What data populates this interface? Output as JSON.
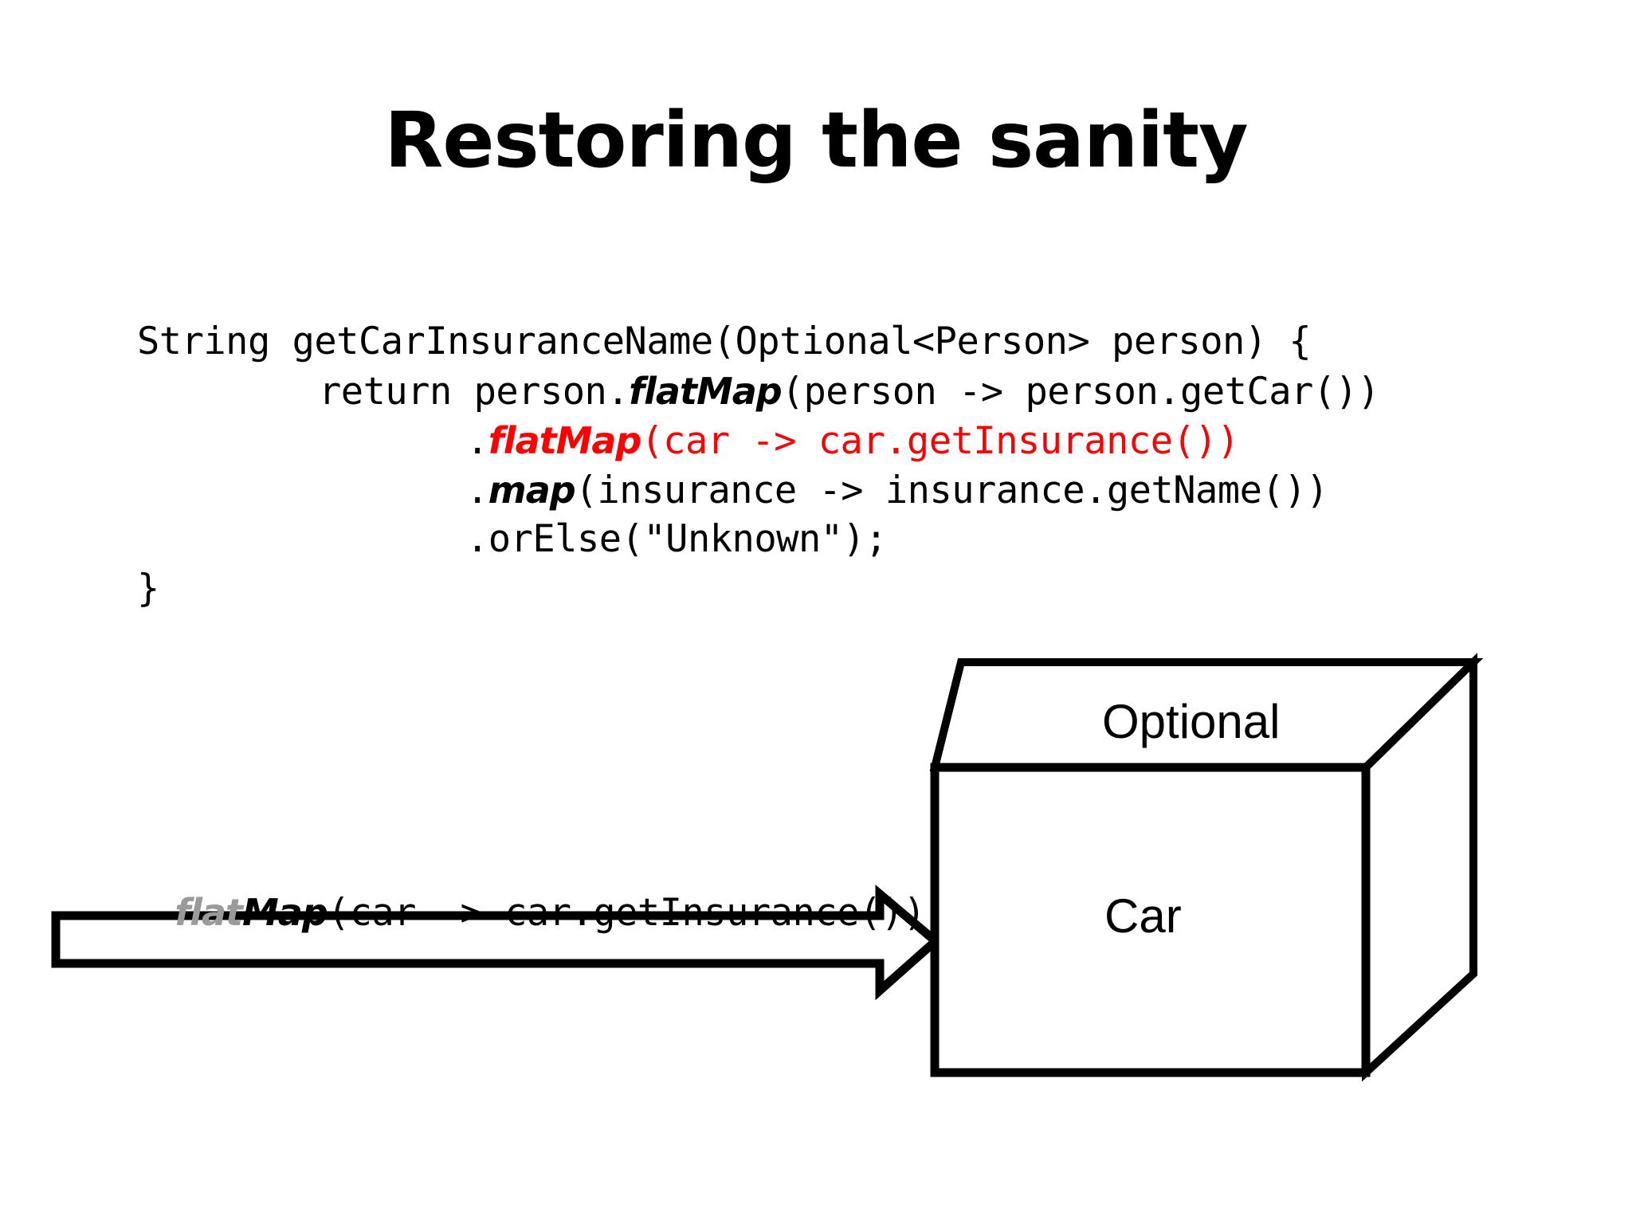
{
  "slide": {
    "title": "Restoring the sanity",
    "background_color": "#ffffff",
    "accent_color": "#FF0000",
    "muted_color": "#9a9a9a"
  },
  "code": {
    "lines": [
      {
        "indent": 1,
        "segments": [
          {
            "text": "String getCarInsuranceName(Optional<Person> person) {",
            "style": "plain",
            "color": "#000000"
          }
        ]
      },
      {
        "indent": 2,
        "segments": [
          {
            "text": "return person.",
            "style": "plain",
            "color": "#000000"
          },
          {
            "text": "flatMap",
            "style": "bold-italic",
            "color": "#000000"
          },
          {
            "text": "(person -> person.getCar())",
            "style": "plain",
            "color": "#000000"
          }
        ]
      },
      {
        "indent": 3,
        "segments": [
          {
            "text": ".",
            "style": "plain",
            "color": "#000000"
          },
          {
            "text": "flatMap",
            "style": "bold-italic",
            "color": "#FF0000"
          },
          {
            "text": "(car -> car.getInsurance())",
            "style": "plain",
            "color": "#FF0000"
          }
        ]
      },
      {
        "indent": 3,
        "segments": [
          {
            "text": ".",
            "style": "plain",
            "color": "#000000"
          },
          {
            "text": "map",
            "style": "bold-italic",
            "color": "#000000"
          },
          {
            "text": "(insurance -> insurance.getName())",
            "style": "plain",
            "color": "#000000"
          }
        ]
      },
      {
        "indent": 3,
        "segments": [
          {
            "text": ".orElse(\"Unknown\");",
            "style": "plain",
            "color": "#000000"
          }
        ]
      },
      {
        "indent": 1,
        "segments": [
          {
            "text": "}",
            "style": "plain",
            "color": "#000000"
          }
        ]
      }
    ],
    "full_text": "String getCarInsuranceName(Optional<Person> person) {\n        return person.flatMap(person -> person.getCar())\n                .flatMap(car -> car.getInsurance())\n                .map(insurance -> insurance.getName())\n                .orElse(\"Unknown\");\n}"
  },
  "diagram": {
    "arrow": {
      "label_segments": [
        {
          "text": "flat",
          "color": "#9a9a9a"
        },
        {
          "text": "Map",
          "color": "#000000"
        },
        {
          "text": "(car -> car.getInsurance())",
          "color": "#000000"
        }
      ],
      "label_text": "flatMap(car -> car.getInsurance())",
      "direction": "right",
      "stroke_color": "#000000",
      "fill_color": "#ffffff"
    },
    "cube": {
      "top_face_label": "Optional",
      "front_face_label": "Car",
      "stroke_color": "#000000",
      "fill_color": "#ffffff"
    }
  }
}
